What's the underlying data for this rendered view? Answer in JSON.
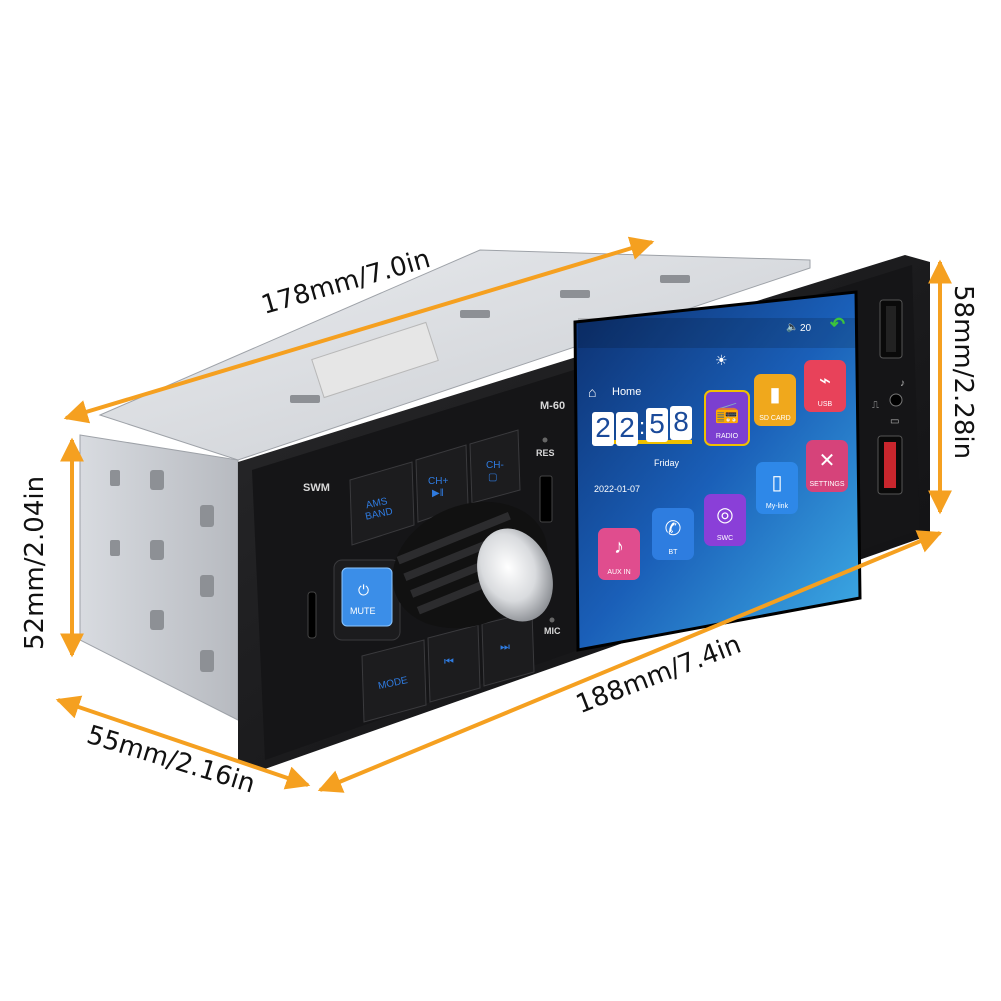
{
  "dimensions": {
    "top_width": "178mm/7.0in",
    "front_width": "188mm/7.4in",
    "depth": "55mm/2.16in",
    "left_height": "52mm/2.04in",
    "right_height": "58mm/2.28in"
  },
  "panel": {
    "brand": "SWM",
    "model": "M-60",
    "res_label": "RES",
    "mic_label": "MIC",
    "buttons": {
      "ams_band": "AMS\nBAND",
      "ch_up": "CH+",
      "ch_down": "CH-",
      "mute": "MUTE",
      "mode": "MODE"
    }
  },
  "screen": {
    "volume": "20",
    "home_label": "Home",
    "clock": {
      "h1": "2",
      "h2": "2",
      "m1": "5",
      "m2": "8"
    },
    "date": "2022-01-07",
    "weekday": "Friday",
    "tiles": [
      {
        "label": "RADIO",
        "icon": "radio-icon",
        "color": "#7b3fd0"
      },
      {
        "label": "SD CARD",
        "icon": "sd-card-icon",
        "color": "#f0a81c"
      },
      {
        "label": "USB",
        "icon": "usb-icon",
        "color": "#e8425a"
      },
      {
        "label": "BT",
        "icon": "bluetooth-phone-icon",
        "color": "#2e7de0"
      },
      {
        "label": "SWC",
        "icon": "steering-wheel-icon",
        "color": "#8a3fd8"
      },
      {
        "label": "My-link",
        "icon": "phone-link-icon",
        "color": "#2e88e8"
      },
      {
        "label": "SETTINGS",
        "icon": "settings-tools-icon",
        "color": "#d6437a"
      },
      {
        "label": "AUX IN",
        "icon": "aux-cable-icon",
        "color": "#e04d8e"
      }
    ],
    "colors": {
      "accent": "#f0c000",
      "back_arrow": "#3cc43c"
    }
  }
}
